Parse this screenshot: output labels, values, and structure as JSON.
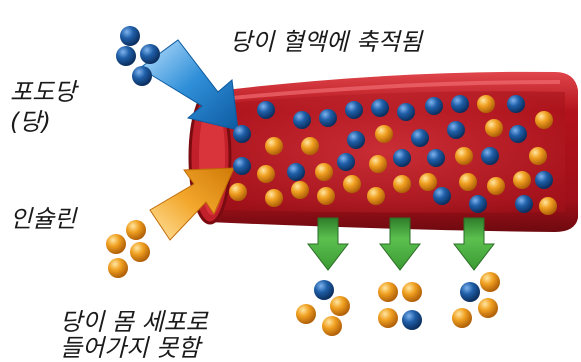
{
  "labels": {
    "title": "당이 혈액에 축적됨",
    "glucose_line1": "포도당",
    "glucose_line2": "(당)",
    "insulin": "인슐린",
    "bottom_line1": "당이 몸 세포로",
    "bottom_line2": "들어가지 못함"
  },
  "colors": {
    "vessel": "#b3121b",
    "vessel_dark": "#7a0b10",
    "vessel_highlight": "#e0464c",
    "lumen": "#d9343b",
    "glucose_ball": "#1f5fa8",
    "insulin_ball": "#f0a020",
    "blue_arrow": "#2f8fd8",
    "orange_arrow": "#f2a62a",
    "green_arrow": "#3fa83a"
  },
  "icons": [
    "glucose-molecule",
    "insulin-molecule",
    "blood-vessel",
    "blue-arrow",
    "orange-arrow",
    "green-down-arrow"
  ]
}
